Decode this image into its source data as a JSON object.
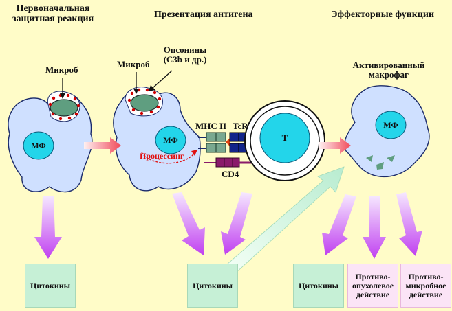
{
  "sections": {
    "primary": "Первоначальная\nзащитная реакция",
    "presentation": "Презентация антигена",
    "effector": "Эффекторные функции"
  },
  "labels": {
    "microbe1": "Микроб",
    "microbe2": "Микроб",
    "opsonins": "Опсонины\n(С3b и др.)",
    "mhc": "MHC II",
    "tcr": "TcR",
    "cd4": "CD4",
    "processing": "Процессинг",
    "activated": "Активированный\nмакрофаг",
    "mf1": "МФ",
    "mf2": "МФ",
    "mf3": "МФ",
    "t_cell": "Т"
  },
  "boxes": {
    "cytokines1": "Цитокины",
    "cytokines2": "Цитокины",
    "cytokines3": "Цитокины",
    "antitumor": "Противо-\nопухолевое\nдействие",
    "antimicrobial": "Противо-\nмикробное\nдействие"
  },
  "colors": {
    "background": "#fffcc8",
    "cell_fill": "#cfe0ff",
    "nucleus": "#23d5ea",
    "microbe": "#5f9e80",
    "arrow_purple": "#c050f0",
    "arrow_red": "#f06a7a",
    "processing_red": "#e01010"
  }
}
